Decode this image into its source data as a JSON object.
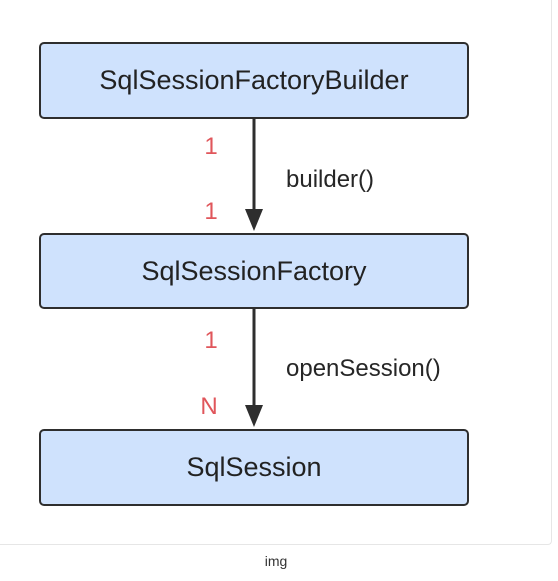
{
  "diagram": {
    "nodes": {
      "builder": "SqlSessionFactoryBuilder",
      "factory": "SqlSessionFactory",
      "session": "SqlSession"
    },
    "edges": {
      "builder_to_factory": {
        "label": "builder()",
        "source_multiplicity": "1",
        "target_multiplicity": "1"
      },
      "factory_to_session": {
        "label": "openSession()",
        "source_multiplicity": "1",
        "target_multiplicity": "N"
      }
    },
    "colors": {
      "node_fill": "#cfe2fd",
      "node_border": "#2e2e2e",
      "multiplicity": "#e0565b",
      "arrow": "#2e2e2e"
    }
  },
  "caption": "img"
}
